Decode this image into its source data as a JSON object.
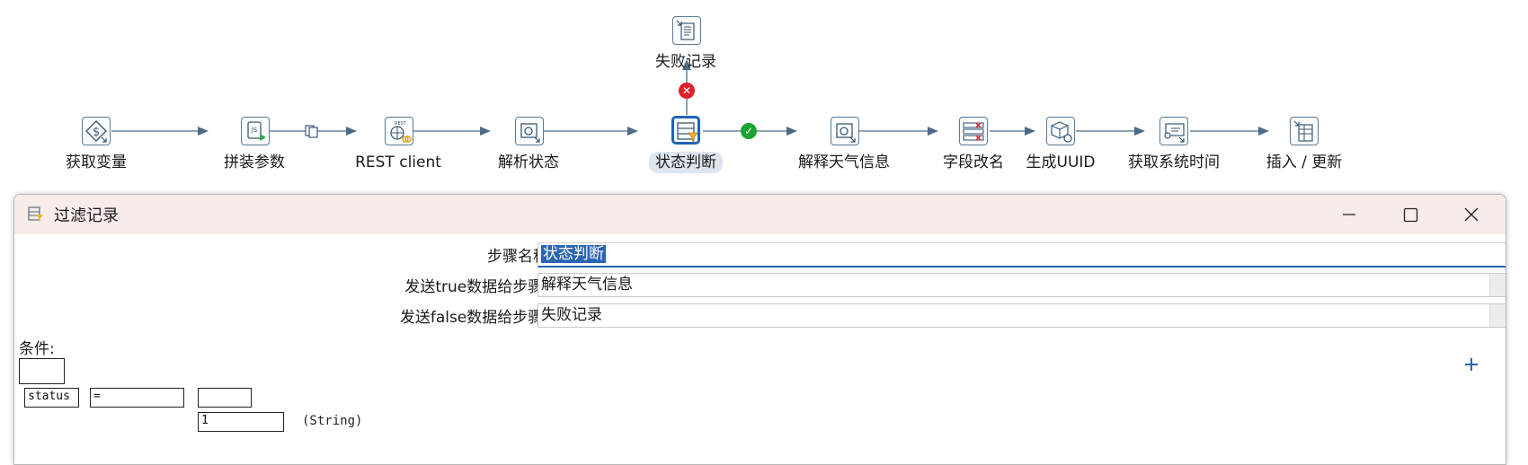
{
  "canvas": {
    "steps": [
      {
        "id": "get-variables",
        "label": "获取变量",
        "icon": "variable-dollar-icon"
      },
      {
        "id": "build-params",
        "label": "拼装参数",
        "icon": "script-js-icon"
      },
      {
        "id": "rest-client",
        "label": "REST client",
        "icon": "rest-globe-icon"
      },
      {
        "id": "parse-status",
        "label": "解析状态",
        "icon": "json-input-icon"
      },
      {
        "id": "status-judge",
        "label": "状态判断",
        "icon": "filter-rows-icon",
        "selected": true
      },
      {
        "id": "parse-weather",
        "label": "解释天气信息",
        "icon": "json-input-icon"
      },
      {
        "id": "rename-fields",
        "label": "字段改名",
        "icon": "select-values-icon"
      },
      {
        "id": "gen-uuid",
        "label": "生成UUID",
        "icon": "uuid-cube-icon"
      },
      {
        "id": "get-sys-time",
        "label": "获取系统时间",
        "icon": "system-info-icon"
      },
      {
        "id": "insert-update",
        "label": "插入 / 更新",
        "icon": "insert-update-table-icon"
      },
      {
        "id": "fail-log",
        "label": "失败记录",
        "icon": "text-file-output-icon"
      }
    ],
    "hop_badges": {
      "true": "success-check-icon",
      "false": "error-x-icon",
      "copy": "copy-rows-icon"
    }
  },
  "dialog": {
    "title": "过滤记录",
    "title_icon": "filter-rows-icon",
    "controls": {
      "minimize": "minimize-icon",
      "maximize": "maximize-icon",
      "close": "close-icon"
    },
    "fields": {
      "step_name_label": "步骤名称",
      "step_name_value": "状态判断",
      "true_label": "发送true数据给步骤:",
      "true_value": "解释天气信息",
      "false_label": "发送false数据给步骤:",
      "false_value": "失败记录"
    },
    "condition": {
      "label": "条件:",
      "field": "status",
      "operator": "=",
      "value": "1",
      "type": "(String)",
      "add_icon": "plus-icon"
    }
  },
  "colors": {
    "hop": "#4d6b85",
    "selected_border": "#1f63b5",
    "titlebar": "#f7ecea",
    "accent": "#2a64b3",
    "ok_badge": "#1aa32f",
    "err_badge": "#e0202e"
  }
}
